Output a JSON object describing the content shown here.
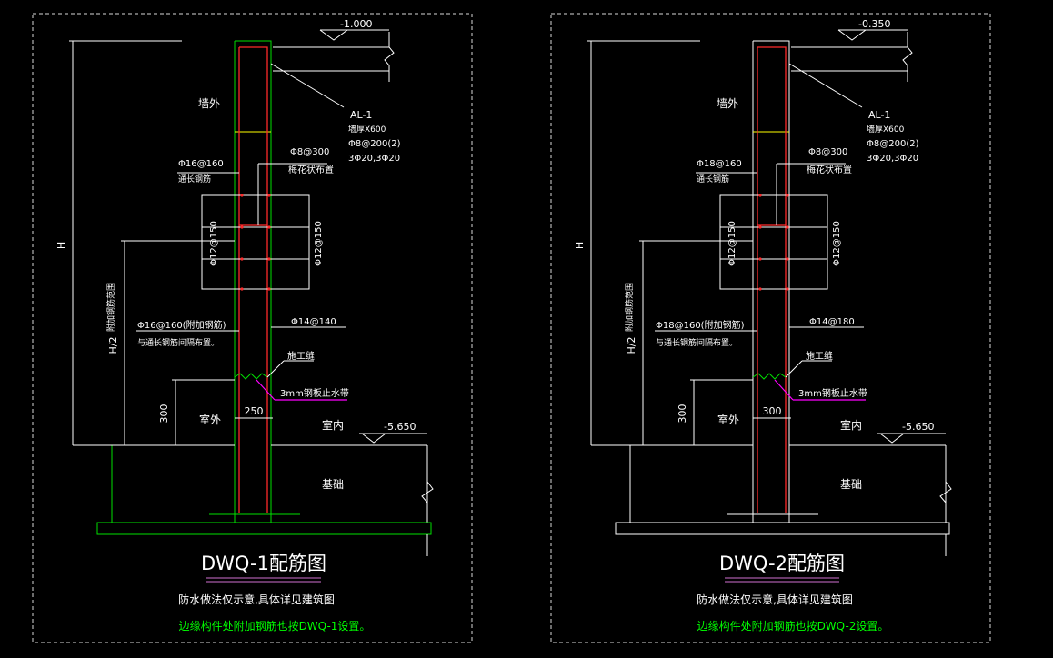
{
  "colors": {
    "background": "#000000",
    "line_white": "#ffffff",
    "rebar_red": "#ff2a2a",
    "wall_green": "#00e000",
    "note_green": "#00ff00",
    "magenta": "#ff00ff",
    "underline_magenta": "#d070d0",
    "yellow": "#ffff00",
    "frame_dashed": "#d8d8d8"
  },
  "sheets": [
    {
      "id": "dwq1",
      "title": "DWQ-1配筋图",
      "elev_top": "-1.000",
      "elev_bottom": "-5.650",
      "beam_tag": "AL-1",
      "beam_size": "墙厚X600",
      "beam_stirrup": "Φ8@200(2)",
      "beam_bars": "3Φ20,3Φ20",
      "label_outside_top": "墙外",
      "tie_bar": "Φ8@300",
      "tie_layout": "梅花状布置",
      "vert_bar": "Φ16@160",
      "vert_note": "通长钢筋",
      "horiz_left": "Φ12@150",
      "horiz_right": "Φ12@150",
      "side_note": "附加钢筋范围",
      "add_bar": "Φ16@160(附加钢筋)",
      "add_note": "与通长钢筋间隔布置。",
      "inner_bar": "Φ14@140",
      "joint": "施工缝",
      "waterstop": "3mm钢板止水带",
      "dim_300": "300",
      "dim_wall": "250",
      "dim_H": "H",
      "dim_H2": "H/2",
      "label_outside": "室外",
      "label_inside": "室内",
      "label_base": "基础",
      "note1": "防水做法仅示意,具体详见建筑图",
      "note2": "边缘构件处附加钢筋也按DWQ-1设置。"
    },
    {
      "id": "dwq2",
      "title": "DWQ-2配筋图",
      "elev_top": "-0.350",
      "elev_bottom": "-5.650",
      "beam_tag": "AL-1",
      "beam_size": "墙厚X600",
      "beam_stirrup": "Φ8@200(2)",
      "beam_bars": "3Φ20,3Φ20",
      "label_outside_top": "墙外",
      "tie_bar": "Φ8@300",
      "tie_layout": "梅花状布置",
      "vert_bar": "Φ18@160",
      "vert_note": "通长钢筋",
      "horiz_left": "Φ12@150",
      "horiz_right": "Φ12@150",
      "side_note": "附加钢筋范围",
      "add_bar": "Φ18@160(附加钢筋)",
      "add_note": "与通长钢筋间隔布置。",
      "inner_bar": "Φ14@180",
      "joint": "施工缝",
      "waterstop": "3mm钢板止水带",
      "dim_300": "300",
      "dim_wall": "300",
      "dim_H": "H",
      "dim_H2": "H/2",
      "label_outside": "室外",
      "label_inside": "室内",
      "label_base": "基础",
      "note1": "防水做法仅示意,具体详见建筑图",
      "note2": "边缘构件处附加钢筋也按DWQ-2设置。"
    }
  ]
}
